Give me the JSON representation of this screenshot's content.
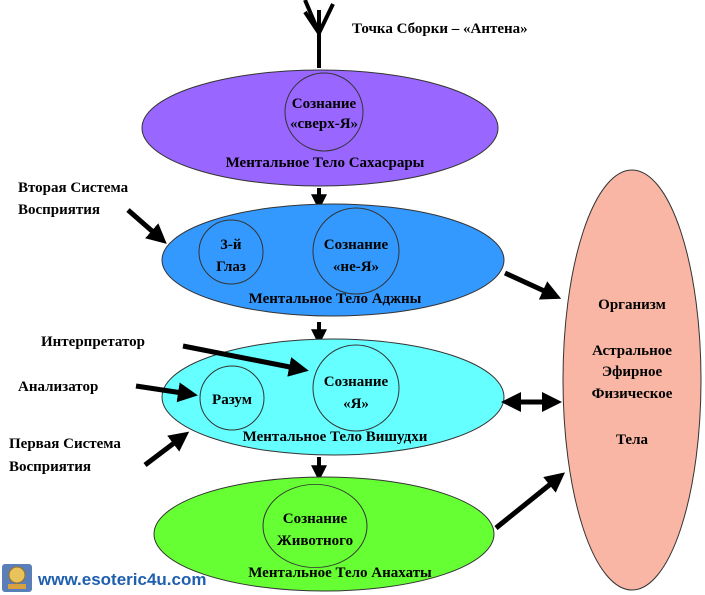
{
  "antenna": {
    "label": "Точка Сборки – «Антена»"
  },
  "colors": {
    "sahasrara": "#9966ff",
    "ajna": "#3399ff",
    "vishuddha": "#66ffff",
    "anahata": "#66ff33",
    "organism": "#f9b6a4",
    "arrow": "#000000",
    "site": "#1f5fb0"
  },
  "bodies": {
    "sahasrara": {
      "title": "Ментальное Тело Сахасрары",
      "circles": [
        {
          "line1": "Сознание",
          "line2": "«сверх-Я»"
        }
      ]
    },
    "ajna": {
      "title": "Ментальное Тело Аджны",
      "circles": [
        {
          "line1": "3-й",
          "line2": "Глаз"
        },
        {
          "line1": "Сознание",
          "line2": "«не-Я»"
        }
      ]
    },
    "vishuddha": {
      "title": "Ментальное Тело Вишудхи",
      "circles": [
        {
          "line1": "Разум",
          "line2": ""
        },
        {
          "line1": "Сознание",
          "line2": "«Я»"
        }
      ]
    },
    "anahata": {
      "title": "Ментальное Тело Анахаты",
      "circles": [
        {
          "line1": "Сознание",
          "line2": "Животного"
        }
      ]
    }
  },
  "organism": {
    "title": "Организм",
    "lines": [
      "Астральное",
      "Эфирное",
      "Физическое"
    ],
    "footer": "Тела"
  },
  "external_labels": {
    "second_system": [
      "Вторая Система",
      "Восприятия"
    ],
    "interpreter": "Интерпретатор",
    "analyzer": "Анализатор",
    "first_system": [
      "Первая Система",
      "Восприятия"
    ]
  },
  "watermark": {
    "text": "www.esoteric4u.com"
  }
}
